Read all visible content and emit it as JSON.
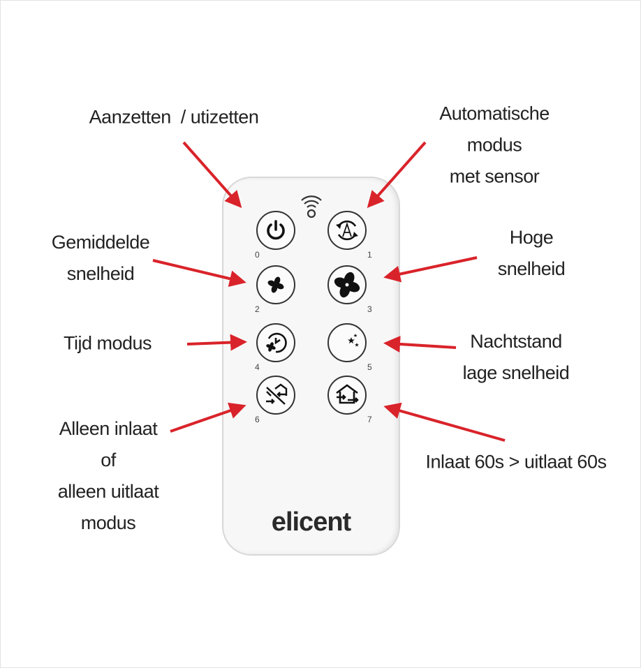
{
  "colors": {
    "arrow": "#d9232a",
    "remote": "#f7f7f7",
    "text": "#222222"
  },
  "remote": {
    "brand": "elicent",
    "buttons": [
      {
        "number": "0",
        "icon": "power-icon"
      },
      {
        "number": "1",
        "icon": "auto-mode-icon"
      },
      {
        "number": "2",
        "icon": "fan-small-icon"
      },
      {
        "number": "3",
        "icon": "fan-large-icon"
      },
      {
        "number": "4",
        "icon": "timer-fan-icon"
      },
      {
        "number": "5",
        "icon": "moon-stars-icon"
      },
      {
        "number": "6",
        "icon": "inlet-outlet-off-icon"
      },
      {
        "number": "7",
        "icon": "house-exchange-icon"
      }
    ]
  },
  "labels": {
    "power": [
      "Aanzetten  / utizetten"
    ],
    "auto": [
      "Automatische",
      "modus",
      "met sensor"
    ],
    "medium": [
      "Gemiddelde",
      "snelheid"
    ],
    "high": [
      "Hoge",
      "snelheid"
    ],
    "timer": [
      "Tijd modus"
    ],
    "night": [
      "Nachtstand",
      "lage snelheid"
    ],
    "single": [
      "Alleen inlaat",
      "of",
      "alleen uitlaat",
      "modus"
    ],
    "cycle": [
      "Inlaat 60s > uitlaat 60s"
    ]
  }
}
